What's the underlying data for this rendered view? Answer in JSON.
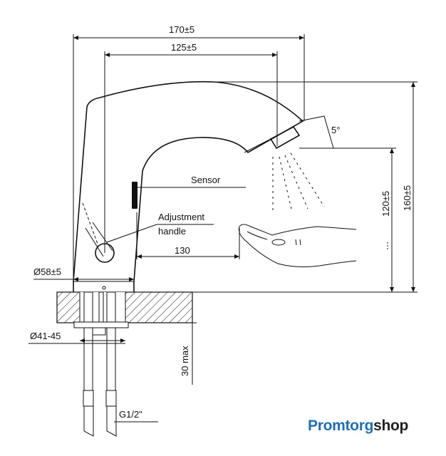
{
  "dimensions": {
    "total_width": "170±5",
    "spout_reach": "125±5",
    "sensor_distance": "130",
    "outlet_height": "120±5",
    "total_height": "160±5",
    "base_diameter": "Ø58±5",
    "hole_diameter": "Ø41-45",
    "counter_thickness": "30 max",
    "connection_thread": "G1/2\"",
    "spray_angle": "5°"
  },
  "labels": {
    "sensor": "Sensor",
    "adjustment_line1": "Adjustment",
    "adjustment_line2": "handle"
  },
  "brand": {
    "part1": "Promtorg",
    "part2": "shop",
    "color_part1": "#1f6fb5",
    "color_part2": "#222222"
  }
}
